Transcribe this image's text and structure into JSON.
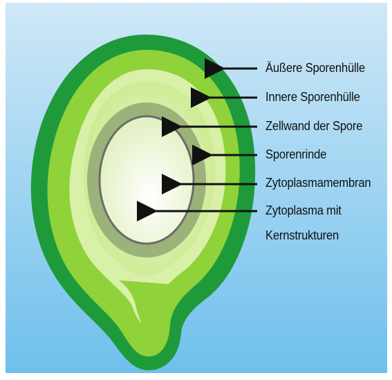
{
  "diagram": {
    "labels": [
      {
        "id": "outer",
        "text": "Äußere Sporenhülle"
      },
      {
        "id": "inner",
        "text": "Innere Sporenhülle"
      },
      {
        "id": "wall",
        "text": "Zellwand der Spore"
      },
      {
        "id": "cortex",
        "text": "Sporenrinde"
      },
      {
        "id": "membrane",
        "text": "Zytoplasmamembran"
      },
      {
        "id": "cytoplasm_line1",
        "text": "Zytoplasma mit"
      },
      {
        "id": "cytoplasm_line2",
        "text": "Kernstrukturen"
      }
    ],
    "colors": {
      "background_top": "#cfe8f7",
      "background_bottom": "#6fc0ec",
      "outer_coat": "#1e9a3a",
      "inner_coat": "#8fd23a",
      "cortex": "#c9e98a",
      "cell_wall": "#9bb27a",
      "membrane": "#6b6b6b",
      "cytoplasm_center": "#ffffff",
      "cytoplasm_edge": "#e3f1c4",
      "arrow": "#111111"
    }
  }
}
